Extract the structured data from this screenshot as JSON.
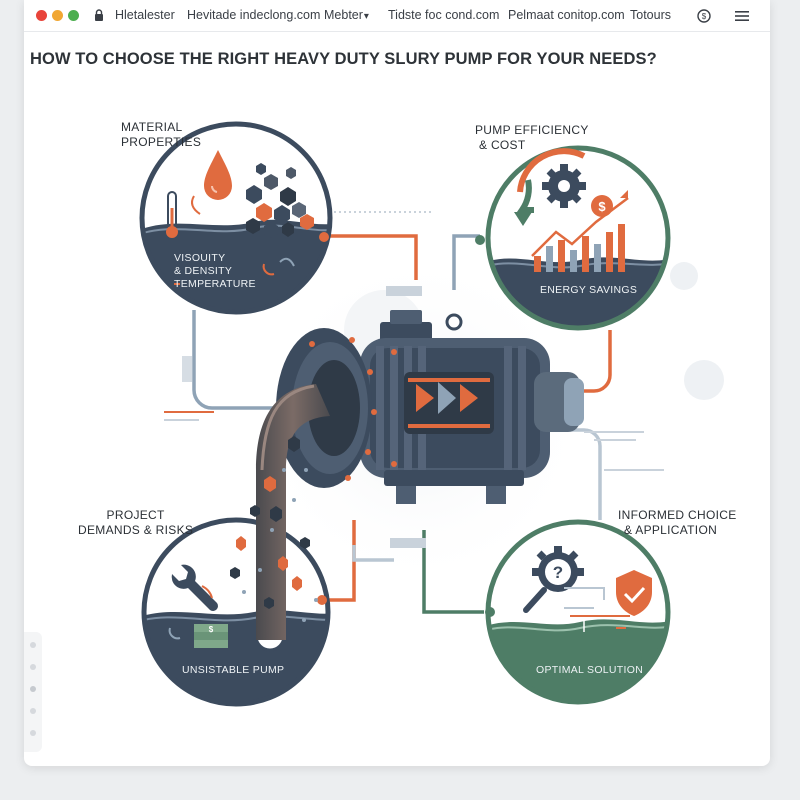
{
  "browser": {
    "nav_links": [
      "Hletalester",
      "Hevitade indeclong.com",
      "Mebter",
      "Tidste foc cond.com",
      "Pelmaat conitop.com",
      "Totours"
    ],
    "dropdown_glyph": "▾",
    "icons": [
      "lock-icon",
      "badge-icon",
      "menu-icon"
    ]
  },
  "page": {
    "title": "HOW TO CHOOSE THE RIGHT HEAVY DUTY SLURY PUMP FOR YOUR NEEDS?"
  },
  "sections": {
    "material": {
      "title_line1": "MATERIAL",
      "title_line2": "PROPERTIES",
      "inner_line1": "VISOUITY",
      "inner_line2": "& DENSITY",
      "inner_line3": "TEMPERATURE",
      "icons": [
        "thermometer-icon",
        "droplet-icon",
        "particles-icon"
      ]
    },
    "efficiency": {
      "title_line1": "PUMP EFFICIENCY",
      "title_line2": "& COST",
      "inner": "ENERGY SAVINGS",
      "icons": [
        "gear-icon",
        "dollar-icon",
        "bar-chart-icon",
        "trend-arrow-icon"
      ]
    },
    "project": {
      "title_line1": "PROJECT",
      "title_line2": "DEMANDS & RISKS",
      "inner": "UNSISTABLE PUMP",
      "icons": [
        "wrench-icon",
        "money-stack-icon",
        "clock-icon"
      ]
    },
    "informed": {
      "title_line1": "INFORMED CHOICE",
      "title_line2": "& APPLICATION",
      "inner": "OPTIMAL SOLUTION",
      "icons": [
        "gear-question-icon",
        "magnifier-icon",
        "shield-check-icon"
      ]
    }
  },
  "colors": {
    "navy": "#3c4b5e",
    "orange": "#e06b3f",
    "green": "#4e7d66",
    "slate": "#5b6b7c",
    "light_line": "#b9c6d2",
    "close": "#e8443a",
    "minimize": "#f1a733",
    "maximize": "#4cae4f"
  }
}
